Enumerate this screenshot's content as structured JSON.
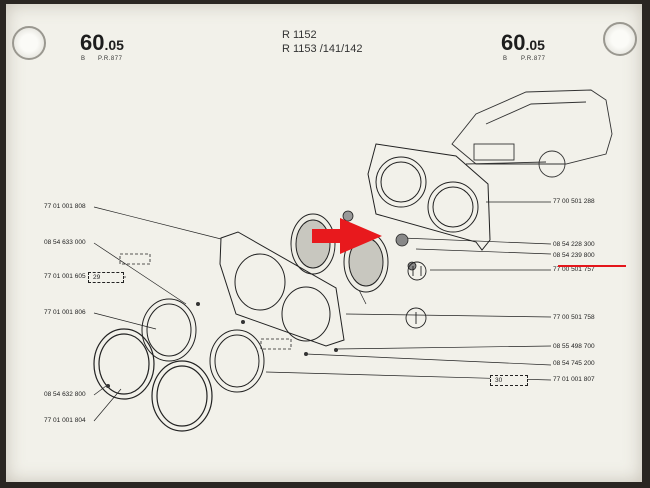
{
  "header": {
    "page_number_main": "60",
    "page_number_sub": ".05",
    "left_sub_a": "B",
    "left_sub_b": "P.R.877",
    "right_sub_a": "B",
    "right_sub_b": "P.R.877",
    "model_line_1": "R 1152",
    "model_line_2": "R 1153 /141/142"
  },
  "left_refs": [
    "77 01 001 808",
    "08 54 633 000",
    "77 01 001 605",
    "77 01 001 806",
    "08 54 632 800",
    "77 01 001 804"
  ],
  "right_refs": [
    "77 00 501 288",
    "08 54 228 300",
    "08 54 239 800",
    "77 00 501 757",
    "77 00 501 758",
    "08 55 498 700",
    "08 54 745 200",
    "77 01 001 807"
  ],
  "qty_boxes": [
    "29",
    "30"
  ],
  "colors": {
    "highlight_arrow": "#e8191d",
    "underline": "#e4161b",
    "paper": "#f2f1ea",
    "ink": "#222222"
  }
}
